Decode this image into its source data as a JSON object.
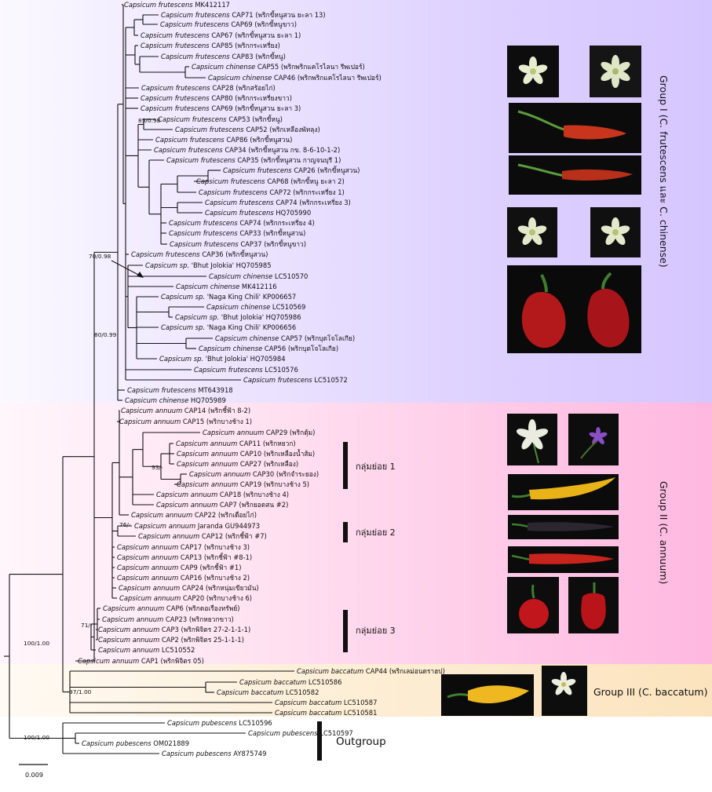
{
  "groups": {
    "group1": "Group I (C. frutescens และ C. chinense)",
    "group2": "Group II (C. annuum)",
    "group3": "Group III (C. baccatum)",
    "outgroup": "Outgroup"
  },
  "subgroups": [
    "กลุ่มย่อย 1",
    "กลุ่มย่อย 2",
    "กลุ่มย่อย 3"
  ],
  "supports": [
    "70/0.98",
    "80/0.99",
    "85/0.98",
    "93/-",
    "76/-",
    "71/-",
    "100/1.00",
    "97/1.00",
    "100/1.00"
  ],
  "scale_label": "0.009",
  "colors": {
    "group1_bg": "#dccfff",
    "group2_bg": "#ffc8e6",
    "group3_bg": "#fbe4bf",
    "line": "#111111"
  },
  "taxa": [
    {
      "sp": "Capsicum frutescens",
      "id": "MK412117"
    },
    {
      "sp": "Capsicum frutescens",
      "id": "CAP71 (พริกขี้หนูสวน ยะลา 13)"
    },
    {
      "sp": "Capsicum frutescens",
      "id": "CAP69 (พริกขี้หนูขาว)"
    },
    {
      "sp": "Capsicum frutescens",
      "id": "CAP67 (พริกขี้หนูสวน ยะลา 1)"
    },
    {
      "sp": "Capsicum frutescens",
      "id": "CAP85 (พริกกระเหรี่ยง)"
    },
    {
      "sp": "Capsicum frutescens",
      "id": "CAP83 (พริกขี้หนู)"
    },
    {
      "sp": "Capsicum chinense",
      "id": "CAP55 (พริกพริกแคโรไลนา รีพเปอร์)"
    },
    {
      "sp": "Capsicum chinense",
      "id": "CAP46 (พริกพริกแคโรไลนา รีพเปอร์)"
    },
    {
      "sp": "Capsicum frutescens",
      "id": "CAP28 (พริกสร้อยไก่)"
    },
    {
      "sp": "Capsicum frutescens",
      "id": "CAP80 (พริกกระเหรี่ยงขาว)"
    },
    {
      "sp": "Capsicum frutescens",
      "id": "CAP69 (พริกขี้หนูสวน ยะลา 3)"
    },
    {
      "sp": "Capsicum frutescens",
      "id": "CAP53 (พริกขี้หนู)"
    },
    {
      "sp": "Capsicum frutescens",
      "id": "CAP52 (พริกเหลืองพัทลุง)"
    },
    {
      "sp": "Capsicum frutescens",
      "id": "CAP86 (พริกขี้หนูสวน)"
    },
    {
      "sp": "Capsicum frutescens",
      "id": "CAP34 (พริกขี้หนูสวน กข. 8-6-10-1-2)"
    },
    {
      "sp": "Capsicum frutescens",
      "id": "CAP35 (พริกขี้หนูสวน กาญจนบุรี 1)"
    },
    {
      "sp": "Capsicum frutescens",
      "id": "CAP26 (พริกขี้หนูสวน)"
    },
    {
      "sp": "Capsicum frutescens",
      "id": "CAP68 (พริกขี้หนู ยะลา 2)"
    },
    {
      "sp": "Capsicum frutescens",
      "id": "CAP72 (พริกกระเหรี่ยง 1)"
    },
    {
      "sp": "Capsicum frutescens",
      "id": "CAP74 (พริกกระเหรี่ยง 3)"
    },
    {
      "sp": "Capsicum frutescens",
      "id": "HQ705990"
    },
    {
      "sp": "Capsicum frutescens",
      "id": "CAP74 (พริกกระเหรี่ยง 4)"
    },
    {
      "sp": "Capsicum frutescens",
      "id": "CAP33 (พริกขี้หนูสวน)"
    },
    {
      "sp": "Capsicum frutescens",
      "id": "CAP37 (พริกขี้หนูขาว)"
    },
    {
      "sp": "Capsicum frutescens",
      "id": "CAP36 (พริกขี้หนูสวน)"
    },
    {
      "sp": "Capsicum sp.",
      "id": "'Bhut Jolokia'  HQ705985"
    },
    {
      "sp": "Capsicum chinense",
      "id": "LC510570"
    },
    {
      "sp": "Capsicum chinense",
      "id": "MK412116"
    },
    {
      "sp": "Capsicum sp.",
      "id": "'Naga King Chili'  KP006657"
    },
    {
      "sp": "Capsicum chinense",
      "id": "LC510569"
    },
    {
      "sp": "Capsicum sp.",
      "id": "'Bhut Jolokia'  HQ705986"
    },
    {
      "sp": "Capsicum sp.",
      "id": "'Naga King Chili'  KP006656"
    },
    {
      "sp": "Capsicum chinense",
      "id": "CAP57 (พริกบุตโจโลเกีย)"
    },
    {
      "sp": "Capsicum chinense",
      "id": "CAP56 (พริกบุตโจโลเกีย)"
    },
    {
      "sp": "Capsicum sp.",
      "id": "'Bhut Jolokia' HQ705984"
    },
    {
      "sp": "Capsicum frutescens",
      "id": "LC510576"
    },
    {
      "sp": "Capsicum frutescens",
      "id": "LC510572"
    },
    {
      "sp": "Capsicum frutescens",
      "id": "MT643918"
    },
    {
      "sp": "Capsicum chinense",
      "id": "HQ705989"
    },
    {
      "sp": "Capsicum annuum",
      "id": "CAP14 (พริกชี้ฟ้า 8-2)"
    },
    {
      "sp": "Capsicum annuum",
      "id": "CAP15 (พริกบางช้าง 1)"
    },
    {
      "sp": "Capsicum annuum",
      "id": "CAP29 (พริกตุ้ม)"
    },
    {
      "sp": "Capsicum annuum",
      "id": "CAP11 (พริกหยวก)"
    },
    {
      "sp": "Capsicum annuum",
      "id": "CAP10 (พริกเหลืองน้ำส้ม)"
    },
    {
      "sp": "Capsicum annuum",
      "id": "CAP27 (พริกเหลือง)"
    },
    {
      "sp": "Capsicum annuum",
      "id": "CAP30 (พริกจำระยอง)"
    },
    {
      "sp": "Capsicum annuum",
      "id": "CAP19 (พริกบางช้าง 5)"
    },
    {
      "sp": "Capsicum annuum",
      "id": "CAP18 (พริกบางช้าง 4)"
    },
    {
      "sp": "Capsicum annuum",
      "id": "CAP7 (พริกยอดสน #2)"
    },
    {
      "sp": "Capsicum annuum",
      "id": "CAP22 (พริกเดือยไก่)"
    },
    {
      "sp": "Capsicum annuum",
      "id": "Jaranda GU944973"
    },
    {
      "sp": "Capsicum annuum",
      "id": "CAP12 (พริกชี้ฟ้า #7)"
    },
    {
      "sp": "Capsicum annuum",
      "id": "CAP17 (พริกบางช้าง 3)"
    },
    {
      "sp": "Capsicum annuum",
      "id": "CAP13 (พริกชี้ฟ้า #8-1)"
    },
    {
      "sp": "Capsicum annuum",
      "id": "CAP9 (พริกชี้ฟ้า #1)"
    },
    {
      "sp": "Capsicum annuum",
      "id": "CAP16 (พริกบางช้าง 2)"
    },
    {
      "sp": "Capsicum annuum",
      "id": "CAP24 (พริกหนุ่มเขียวมัน)"
    },
    {
      "sp": "Capsicum annuum",
      "id": "CAP20 (พริกบางช้าง 6)"
    },
    {
      "sp": "Capsicum annuum",
      "id": "CAP6 (พริกดอเรืองทรัพย์)"
    },
    {
      "sp": "Capsicum annuum",
      "id": "CAP23 (พริกหยวกขาว)"
    },
    {
      "sp": "Capsicum annuum",
      "id": "CAP3 (พริกพิจิตร 27-2-1-1-1)"
    },
    {
      "sp": "Capsicum annuum",
      "id": "CAP2 (พริกพิจิตร 25-1-1-1)"
    },
    {
      "sp": "Capsicum annuum",
      "id": "LC510552"
    },
    {
      "sp": "Capsicum annuum",
      "id": "CAP1 (พริกพิจิตร 05)"
    },
    {
      "sp": "Capsicum baccatum",
      "id": "CAP44 (พริกเลม่อนดราฮป)"
    },
    {
      "sp": "Capsicum baccatum",
      "id": "LC510586"
    },
    {
      "sp": "Capsicum baccatum",
      "id": "LC510582"
    },
    {
      "sp": "Capsicum baccatum",
      "id": "LC510587"
    },
    {
      "sp": "Capsicum baccatum",
      "id": "LC510581"
    },
    {
      "sp": "Capsicum pubescens",
      "id": "LC510596"
    },
    {
      "sp": "Capsicum pubescens",
      "id": "LC510597"
    },
    {
      "sp": "Capsicum pubescens",
      "id": "OM021889"
    },
    {
      "sp": "Capsicum pubescens",
      "id": "AY875749"
    }
  ]
}
